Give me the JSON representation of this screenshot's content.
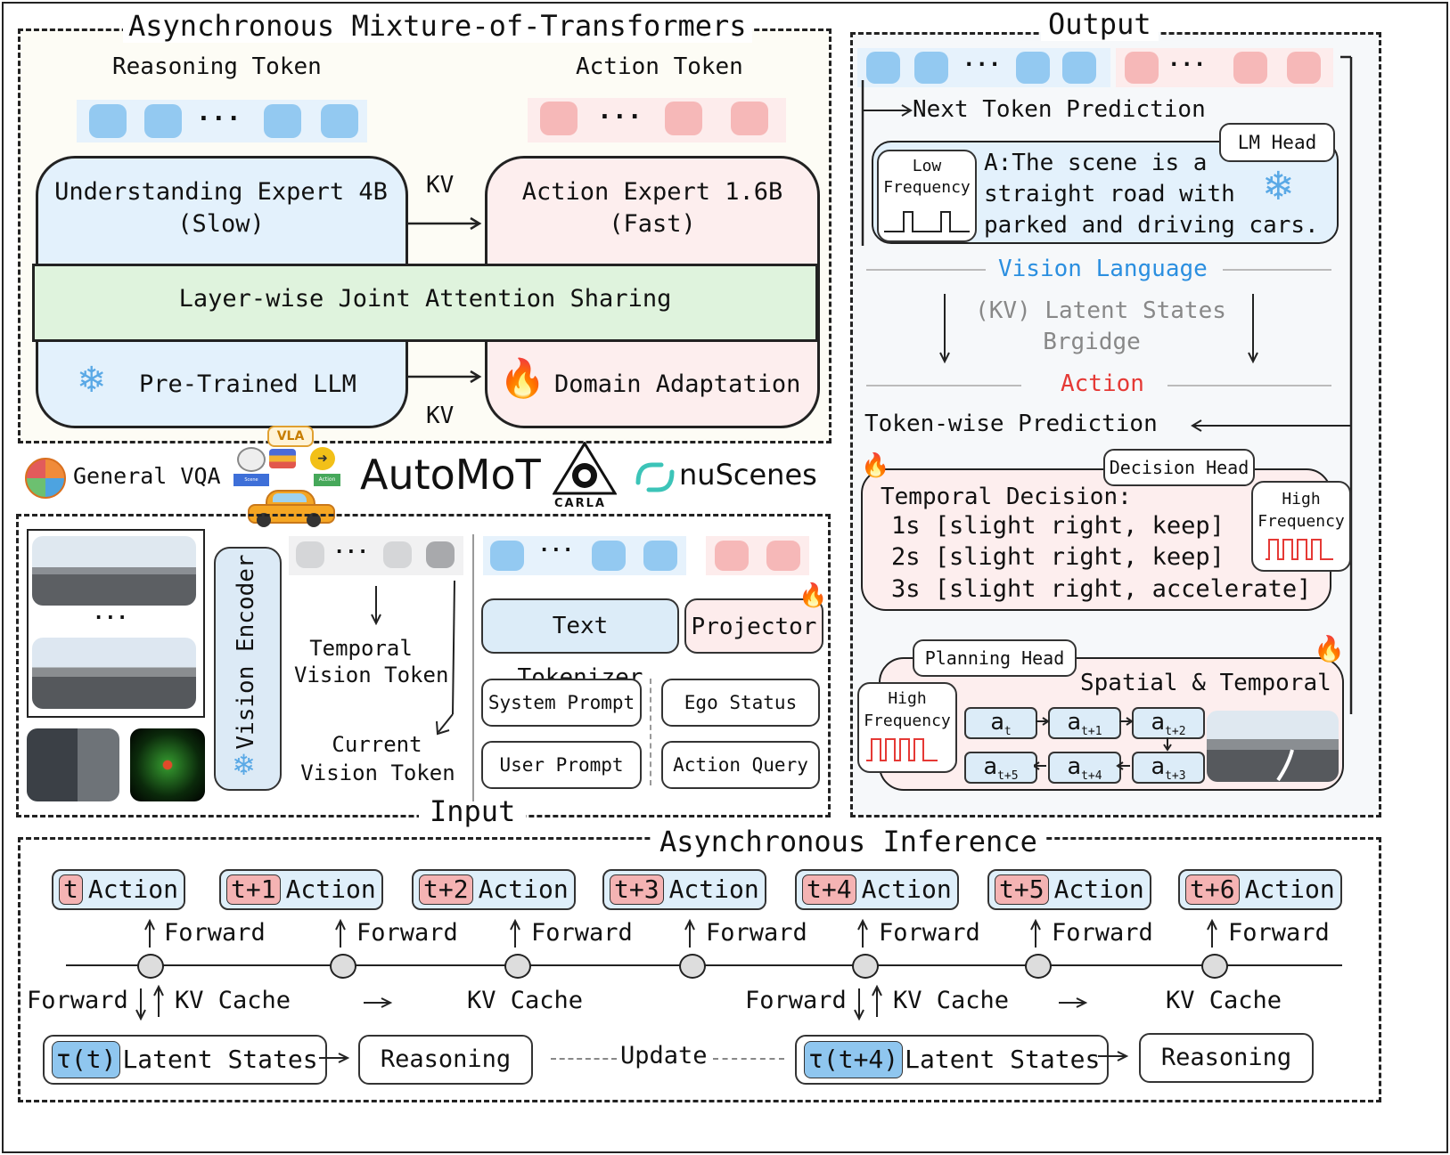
{
  "left_panel": {
    "title": "Asynchronous Mixture-of-Transformers",
    "reasoning_token": "Reasoning Token",
    "action_token": "Action Token",
    "understanding_expert": "Understanding Expert 4B",
    "understanding_speed": "(Slow)",
    "action_expert": "Action Expert 1.6B",
    "action_speed": "(Fast)",
    "kv_top": "KV",
    "kv_bottom": "KV",
    "joint_attention": "Layer-wise Joint Attention Sharing",
    "pretrained_llm": "Pre-Trained LLM",
    "domain_adaptation": "Domain Adaptation",
    "ellipsis": "···"
  },
  "logos": {
    "general_vqa": "General VQA",
    "vla": "VLA",
    "vla_scene": "Scene Understanding",
    "vla_action": "Action",
    "automot": "AutoMoT",
    "carla": "CARLA",
    "nuscenes": "nuScenes"
  },
  "input_panel": {
    "title": "Input",
    "dots": "···",
    "vision_encoder": "Vision Encoder",
    "temporal_vision_token": [
      "Temporal",
      "Vision Token"
    ],
    "current_vision_token": [
      "Current",
      "Vision Token"
    ],
    "text_tokenizer": "Text Tokenizer",
    "projector": "Projector",
    "system_prompt": "System Prompt",
    "ego_status": "Ego Status",
    "user_prompt": "User Prompt",
    "action_query": "Action Query"
  },
  "output_panel": {
    "title": "Output",
    "next_token_prediction": "Next Token Prediction",
    "lm_head": "LM Head",
    "low_frequency": [
      "Low",
      "Frequency"
    ],
    "answer_lines": [
      "A:The scene is a",
      "straight road with",
      "parked and driving cars."
    ],
    "vision_language": "Vision Language",
    "latent_states": [
      "(KV) Latent States",
      "Brgidge"
    ],
    "action": "Action",
    "token_wise_prediction": "Token-wise Prediction",
    "decision_head": "Decision Head",
    "temporal_decision": "Temporal Decision:",
    "decisions": [
      "1s [slight right, keep]",
      "2s [slight right, keep]",
      "3s [slight right, accelerate]"
    ],
    "high_frequency": [
      "High",
      "Frequency"
    ],
    "planning_head": "Planning Head",
    "spatial_temporal": "Spatial & Temporal",
    "actions_top": [
      {
        "base": "a",
        "sub": "t"
      },
      {
        "base": "a",
        "sub": "t+1"
      },
      {
        "base": "a",
        "sub": "t+2"
      }
    ],
    "actions_bottom": [
      {
        "base": "a",
        "sub": "t+5"
      },
      {
        "base": "a",
        "sub": "t+4"
      },
      {
        "base": "a",
        "sub": "t+3"
      }
    ]
  },
  "inference": {
    "title": "Asynchronous Inference",
    "steps": [
      {
        "tag": "t",
        "label": "Action"
      },
      {
        "tag": "t+1",
        "label": "Action"
      },
      {
        "tag": "t+2",
        "label": "Action"
      },
      {
        "tag": "t+3",
        "label": "Action"
      },
      {
        "tag": "t+4",
        "label": "Action"
      },
      {
        "tag": "t+5",
        "label": "Action"
      },
      {
        "tag": "t+6",
        "label": "Action"
      }
    ],
    "forward": "Forward",
    "kv_cache": "KV Cache",
    "latent_1_tag": "τ(t)",
    "latent_2_tag": "τ(t+4)",
    "latent_label": "Latent States",
    "reasoning": "Reasoning",
    "update": "Update"
  },
  "colors": {
    "token_blue": "#93c9f1",
    "token_pink": "#f6b8b8",
    "expert_blue": "#e3f1fc",
    "expert_pink": "#fdeeee",
    "attention_green": "#dff3dd",
    "vision_language_blue": "#2b8fe0",
    "action_red": "#e53935"
  }
}
